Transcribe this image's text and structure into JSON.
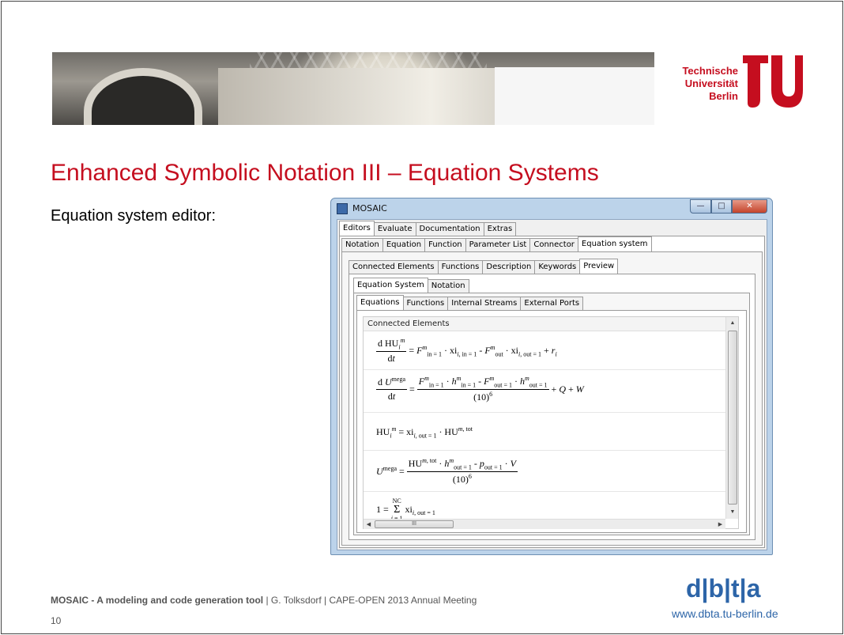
{
  "slide": {
    "title": "Enhanced Symbolic Notation III – Equation Systems",
    "body_label": "Equation system editor:",
    "footer_bold": "MOSAIC -  A modeling and code generation tool",
    "footer_rest": " | G. Tolksdorf | CAPE-OPEN 2013 Annual Meeting",
    "page_number": "10"
  },
  "logo": {
    "line1": "Technische",
    "line2": "Universität",
    "line3": "Berlin",
    "mark_text": "berlin",
    "accent_color": "#c50e1f"
  },
  "dbta": {
    "logo": "d|b|t|a",
    "url": "www.dbta.tu-berlin.de",
    "color": "#2d65a8"
  },
  "window": {
    "title": "MOSAIC",
    "minimize": "—",
    "maximize": "□",
    "close": "✕",
    "main_tabs": [
      "Editors",
      "Evaluate",
      "Documentation",
      "Extras"
    ],
    "editor_tabs": [
      "Notation",
      "Equation",
      "Function",
      "Parameter List",
      "Connector",
      "Equation system"
    ],
    "system_tabs": [
      "Connected Elements",
      "Functions",
      "Description",
      "Keywords",
      "Preview"
    ],
    "preview_tabs": [
      "Equation System",
      "Notation"
    ],
    "content_tabs": [
      "Equations",
      "Functions",
      "Internal Streams",
      "External Ports"
    ],
    "panel_header": "Connected Elements",
    "scroll_up": "▲",
    "scroll_down": "▼",
    "scroll_left": "◀",
    "scroll_right": "▶",
    "scroll_grip": "III"
  }
}
